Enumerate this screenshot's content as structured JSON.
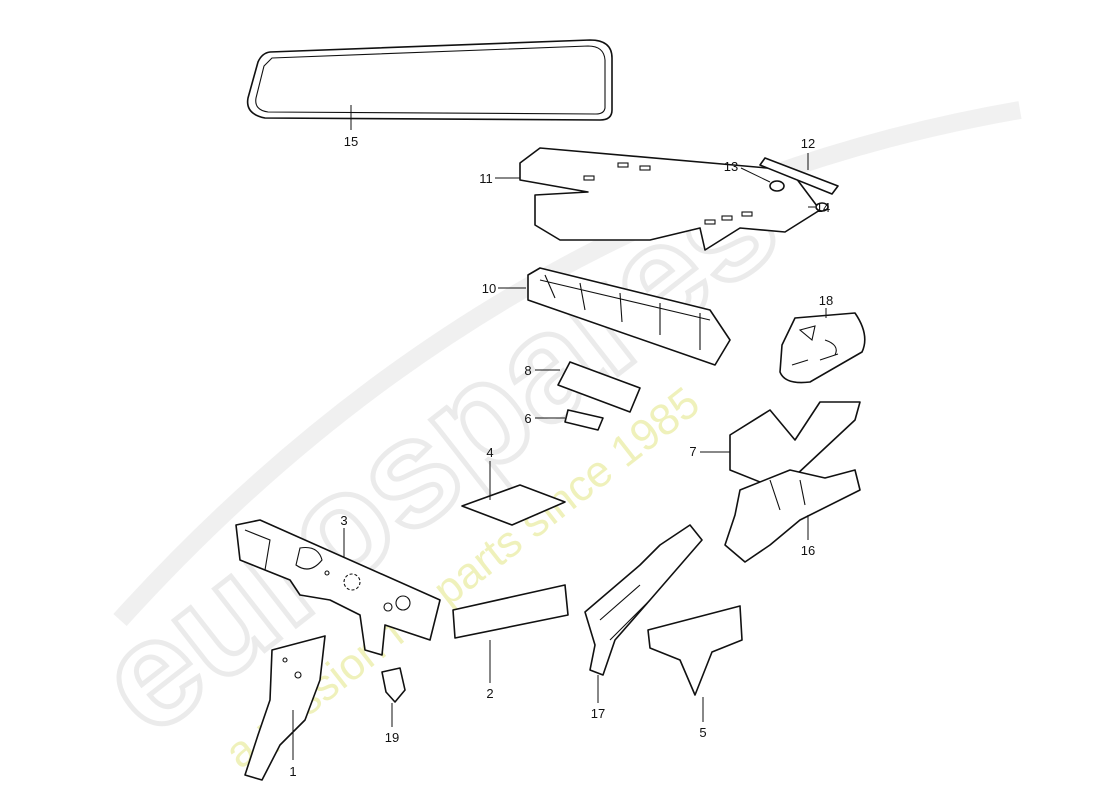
{
  "watermark": {
    "brand": "eurospares",
    "tagline": "a passion for parts since 1985",
    "brand_color": "#e9e9e9",
    "tagline_color": "#eef0b4"
  },
  "callouts": {
    "p1": "1",
    "p2": "2",
    "p3": "3",
    "p4": "4",
    "p5": "5",
    "p6": "6",
    "p7": "7",
    "p8": "8",
    "p10": "10",
    "p11": "11",
    "p12": "12",
    "p13": "13",
    "p14": "14",
    "p15": "15",
    "p16": "16",
    "p17": "17",
    "p18": "18",
    "p19": "19"
  }
}
